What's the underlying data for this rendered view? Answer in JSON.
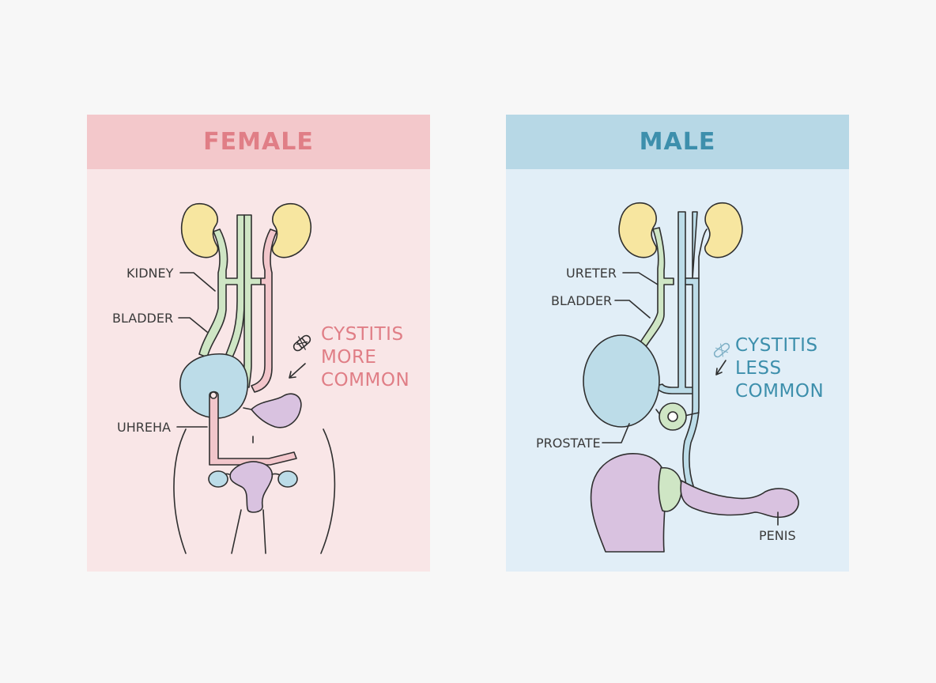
{
  "female": {
    "title": "FEMALE",
    "labels": {
      "kidney": "KIDNEY",
      "bladder": "BLADDER",
      "urethra": "UHREHA"
    },
    "callout": [
      "CYSTITIS",
      "MORE",
      "COMMON"
    ]
  },
  "male": {
    "title": "MALE",
    "labels": {
      "ureter": "URETER",
      "bladder": "BLADDER",
      "prostate": "PROSTATE",
      "penis": "PENIS"
    },
    "callout": [
      "CYSTITIS",
      "LESS",
      "COMMON"
    ]
  },
  "colors": {
    "female_accent": "#e07e86",
    "male_accent": "#3d8fac",
    "kidney": "#f7e6a0",
    "bladder": "#bcdce8",
    "ureter_green": "#cfe6c5",
    "reproductive": "#d9c2e0"
  },
  "icons": [
    "bandage-icon",
    "bandage-icon"
  ]
}
